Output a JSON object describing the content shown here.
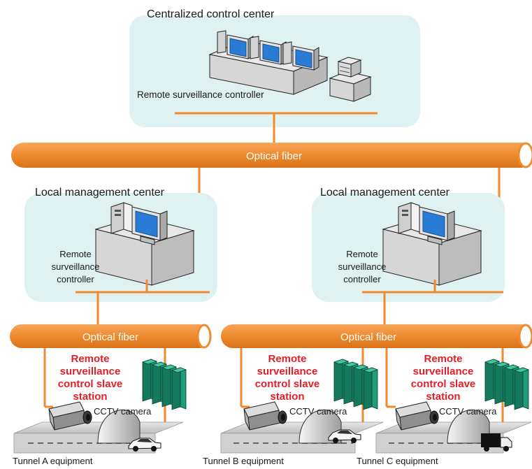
{
  "colors": {
    "fiber": "#f08a2c",
    "center_bg": "#dff1f1",
    "slave_label": "#e0202a",
    "server_rack": "#1f9d7a",
    "monitor_screen": "#2a7bd6"
  },
  "centralized": {
    "title": "Centralized control center",
    "controller_label": "Remote surveillance controller"
  },
  "backbone_fiber": {
    "label": "Optical fiber"
  },
  "local_centers": [
    {
      "title": "Local management center",
      "controller_label": [
        "Remote",
        "surveillance",
        "controller"
      ]
    },
    {
      "title": "Local management center",
      "controller_label": [
        "Remote",
        "surveillance",
        "controller"
      ]
    }
  ],
  "local_fibers": [
    {
      "label": "Optical fiber"
    },
    {
      "label": "Optical fiber"
    }
  ],
  "stations": [
    {
      "slave_label": [
        "Remote",
        "surveillance",
        "control slave",
        "station"
      ],
      "camera_label": "CCTV camera",
      "tunnel_label": "Tunnel A equipment",
      "vehicle": "car-icon"
    },
    {
      "slave_label": [
        "Remote",
        "surveillance",
        "control slave",
        "station"
      ],
      "camera_label": "CCTV camera",
      "tunnel_label": "Tunnel B equipment",
      "vehicle": "car-icon"
    },
    {
      "slave_label": [
        "Remote",
        "surveillance",
        "control slave",
        "station"
      ],
      "camera_label": "CCTV camera",
      "tunnel_label": "Tunnel C equipment",
      "vehicle": "truck-icon"
    }
  ]
}
